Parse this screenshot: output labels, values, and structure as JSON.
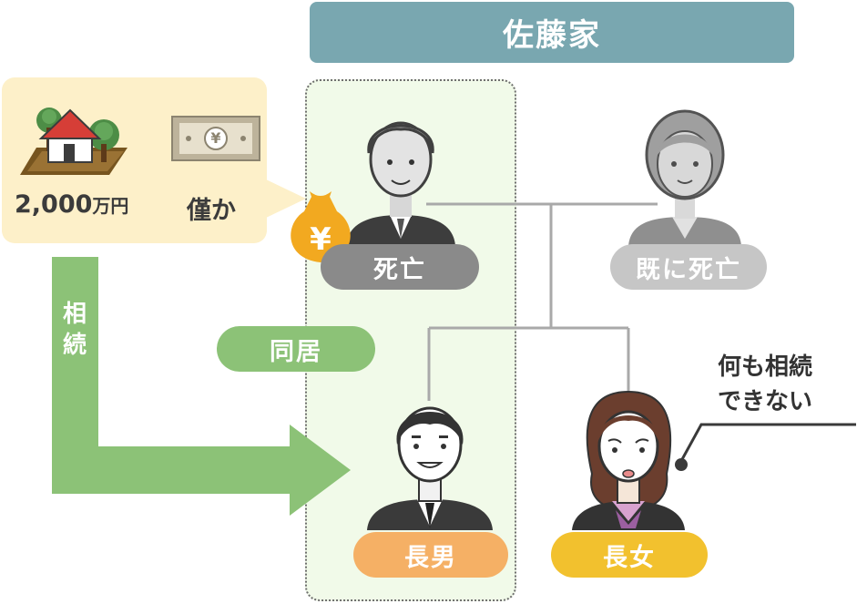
{
  "header": {
    "title": "佐藤家"
  },
  "assets": {
    "real_estate_value": "2,000",
    "real_estate_unit": "万円",
    "cash_value": "僅か",
    "coin_symbol": "¥",
    "bag_symbol": "¥"
  },
  "family": {
    "father_status": "死亡",
    "mother_status": "既に死亡",
    "eldest_son": "長男",
    "eldest_daughter": "長女"
  },
  "labels": {
    "inheritance_arrow_char1": "相",
    "inheritance_arrow_char2": "続",
    "cohabitation": "同居",
    "daughter_note_line1": "何も相続",
    "daughter_note_line2": "できない"
  },
  "colors": {
    "header": "#79a7b0",
    "father_pill": "#8a8a8a",
    "mother_pill": "#c6c6c6",
    "son_pill": "#f5b065",
    "daughter_pill": "#f2c12e",
    "arrow_green": "#8cc277",
    "asset_box": "#fdf0c9",
    "zone_bg": "#f1fae9"
  },
  "icons": [
    "house-with-trees-icon",
    "banknote-icon",
    "money-bag-icon"
  ]
}
